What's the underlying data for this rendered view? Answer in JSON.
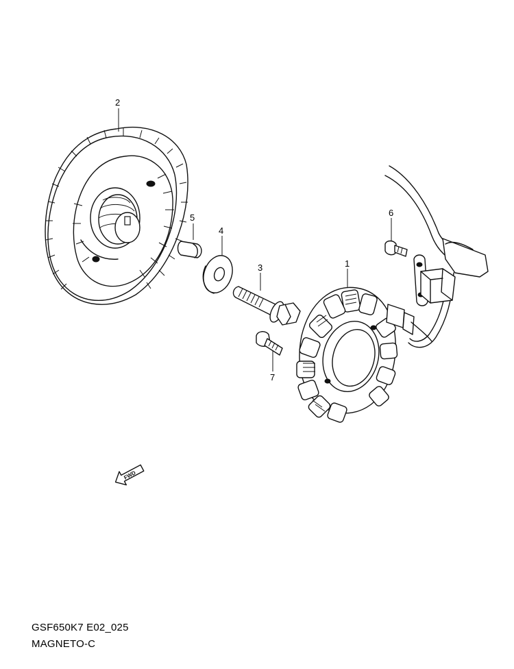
{
  "callouts": {
    "flywheel": "2",
    "key": "5",
    "washer": "4",
    "bolt": "3",
    "stator": "1",
    "screw_clamp": "6",
    "screw_stator": "7"
  },
  "fwd_label": "FWD",
  "caption": {
    "model_code": "GSF650K7 E02_025",
    "section_name": "MAGNETO-C"
  }
}
